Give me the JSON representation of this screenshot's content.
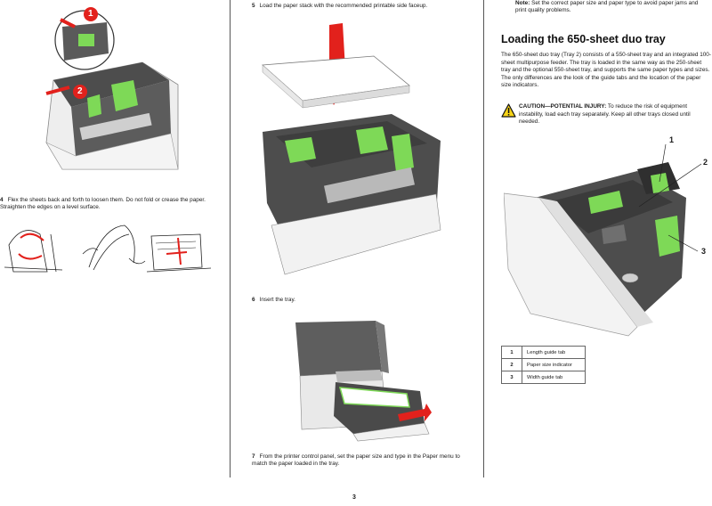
{
  "col1": {
    "step4": {
      "number": "4",
      "text": "Flex the sheets back and forth to loosen them. Do not fold or crease the paper. Straighten the edges on a level surface."
    },
    "callouts": [
      "1",
      "2"
    ]
  },
  "col2": {
    "step5": {
      "number": "5",
      "text": "Load the paper stack with the recommended printable side faceup."
    },
    "step6": {
      "number": "6",
      "text": "Insert the tray."
    },
    "step7": {
      "number": "7",
      "text": "From the printer control panel, set the paper size and type in the Paper menu to match the paper loaded in the tray."
    }
  },
  "col3": {
    "note_label": "Note:",
    "note_text": "Set the correct paper size and paper type to avoid paper jams and print quality problems.",
    "heading": "Loading the 650-sheet duo tray",
    "paragraph": "The 650-sheet duo tray (Tray 2) consists of a 550-sheet tray and an integrated 100-sheet multipurpose feeder. The tray is loaded in the same way as the 250-sheet tray and the optional 550-sheet tray, and supports the same paper types and sizes. The only differences are the look of the guide tabs and the location of the paper size indicators.",
    "caution_label": "CAUTION—POTENTIAL INJURY:",
    "caution_text": "To reduce the risk of equipment instability, load each tray separately. Keep all other trays closed until needed.",
    "figure_callouts": [
      "1",
      "2",
      "3"
    ],
    "legend": [
      {
        "num": "1",
        "label": "Length guide tab"
      },
      {
        "num": "2",
        "label": "Paper size indicator"
      },
      {
        "num": "3",
        "label": "Width guide tab"
      }
    ]
  },
  "page_number": "3",
  "colors": {
    "accent_green": "#7ed957",
    "callout_red": "#e2211c",
    "tray_gray": "#5a5a5a"
  }
}
